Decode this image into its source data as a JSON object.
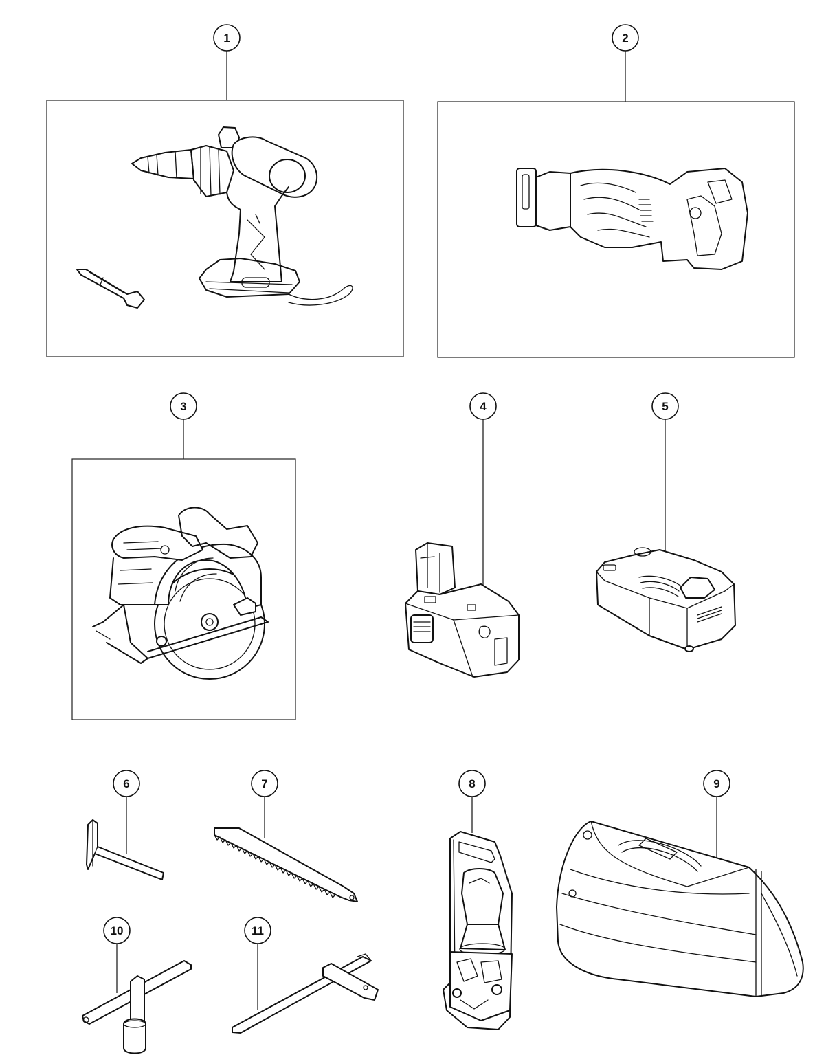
{
  "callouts": [
    {
      "id": "1",
      "label": "1",
      "part": "drill"
    },
    {
      "id": "2",
      "label": "2",
      "part": "reciprocating-saw"
    },
    {
      "id": "3",
      "label": "3",
      "part": "circular-saw"
    },
    {
      "id": "4",
      "label": "4",
      "part": "battery"
    },
    {
      "id": "5",
      "label": "5",
      "part": "charger"
    },
    {
      "id": "6",
      "label": "6",
      "part": "hex-key"
    },
    {
      "id": "7",
      "label": "7",
      "part": "saw-blade"
    },
    {
      "id": "8",
      "label": "8",
      "part": "flashlight"
    },
    {
      "id": "9",
      "label": "9",
      "part": "tool-bag"
    },
    {
      "id": "10",
      "label": "10",
      "part": "socket-wrench"
    },
    {
      "id": "11",
      "label": "11",
      "part": "blade-wrench"
    }
  ],
  "colors": {
    "line": "#111111",
    "background": "#ffffff"
  }
}
